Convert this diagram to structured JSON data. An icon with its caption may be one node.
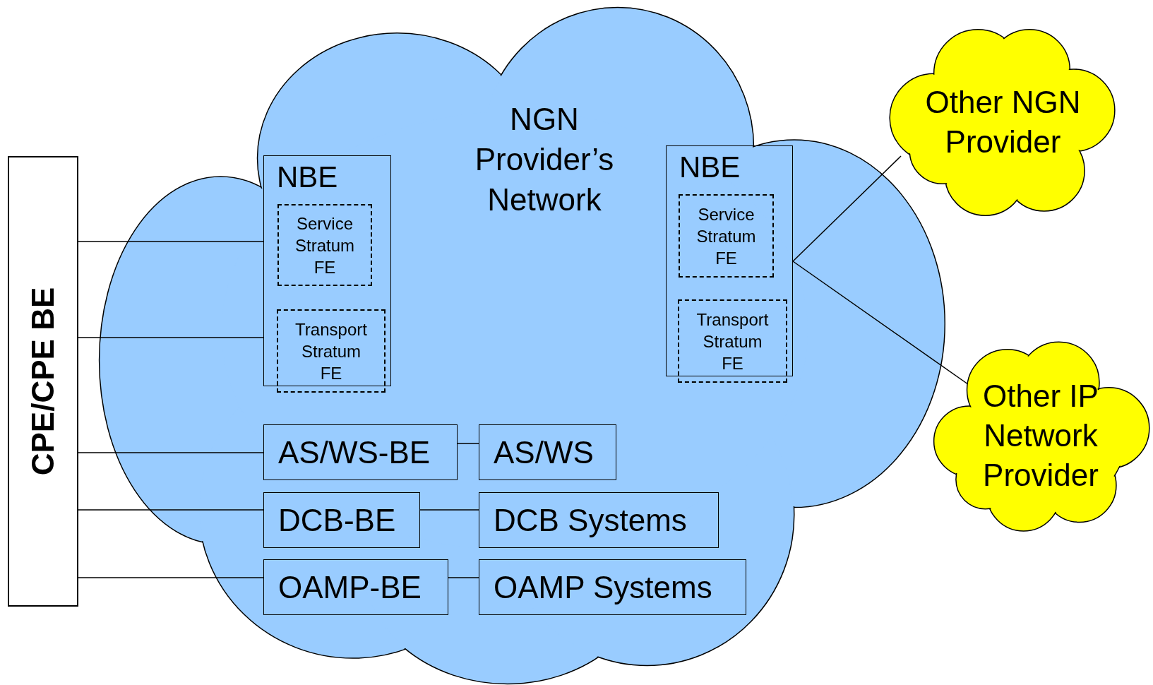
{
  "diagram": {
    "nodes": [
      {
        "text": [
          "CPE/CPE BE"
        ]
      },
      {
        "text": [
          "NGN Provider’s Network"
        ]
      },
      {
        "text": [
          "NBE"
        ],
        "in": 1
      },
      {
        "text": [
          "Service Stratum FE"
        ],
        "in": 2
      },
      {
        "text": [
          "Transport Stratum FE"
        ],
        "in": 2
      },
      {
        "text": [
          "NBE"
        ],
        "in": 1
      },
      {
        "text": [
          "Service Stratum FE"
        ],
        "in": 5
      },
      {
        "text": [
          "Transport Stratum FE"
        ],
        "in": 5
      },
      {
        "text": [
          "AS/WS-BE"
        ],
        "in": 1
      },
      {
        "text": [
          "AS/WS"
        ],
        "in": 1
      },
      {
        "text": [
          "DCB-BE"
        ],
        "in": 1
      },
      {
        "text": [
          "DCB Systems"
        ],
        "in": 1
      },
      {
        "text": [
          "OAMP-BE"
        ],
        "in": 1
      },
      {
        "text": [
          "OAMP Systems"
        ],
        "in": 1
      },
      {
        "text": [
          "Other NGN Provider"
        ]
      },
      {
        "text": [
          "Other IP Network Provider"
        ]
      }
    ],
    "edges": [
      {
        "from": 0,
        "to": 2,
        "arrow": "none"
      },
      {
        "from": 0,
        "to": 2,
        "arrow": "none"
      },
      {
        "from": 0,
        "to": 8,
        "arrow": "none"
      },
      {
        "from": 0,
        "to": 10,
        "arrow": "none"
      },
      {
        "from": 0,
        "to": 12,
        "arrow": "none"
      },
      {
        "from": 8,
        "to": 9,
        "arrow": "none"
      },
      {
        "from": 10,
        "to": 11,
        "arrow": "none"
      },
      {
        "from": 12,
        "to": 13,
        "arrow": "none"
      },
      {
        "from": 5,
        "to": 14,
        "arrow": "none"
      },
      {
        "from": 5,
        "to": 15,
        "arrow": "none"
      }
    ]
  }
}
